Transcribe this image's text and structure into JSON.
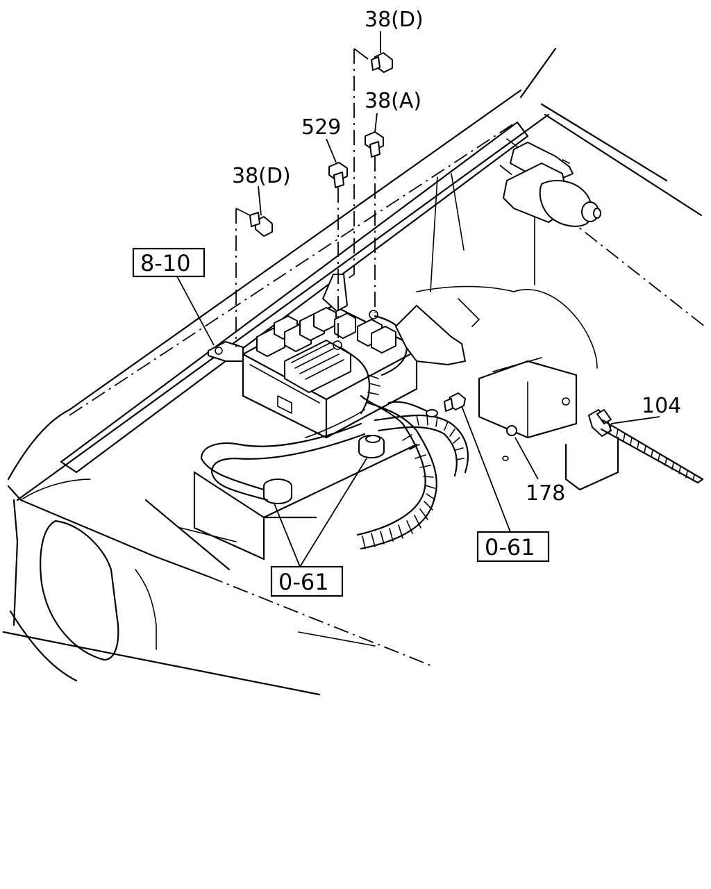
{
  "callouts": {
    "c_38d_top": "38(D)",
    "c_38a": "38(A)",
    "c_529": "529",
    "c_38d_left": "38(D)",
    "c_104": "104",
    "c_178": "178"
  },
  "boxed_refs": {
    "b_8_10": "8-10",
    "b_0_61_center": "0-61",
    "b_0_61_bottom": "0-61"
  }
}
